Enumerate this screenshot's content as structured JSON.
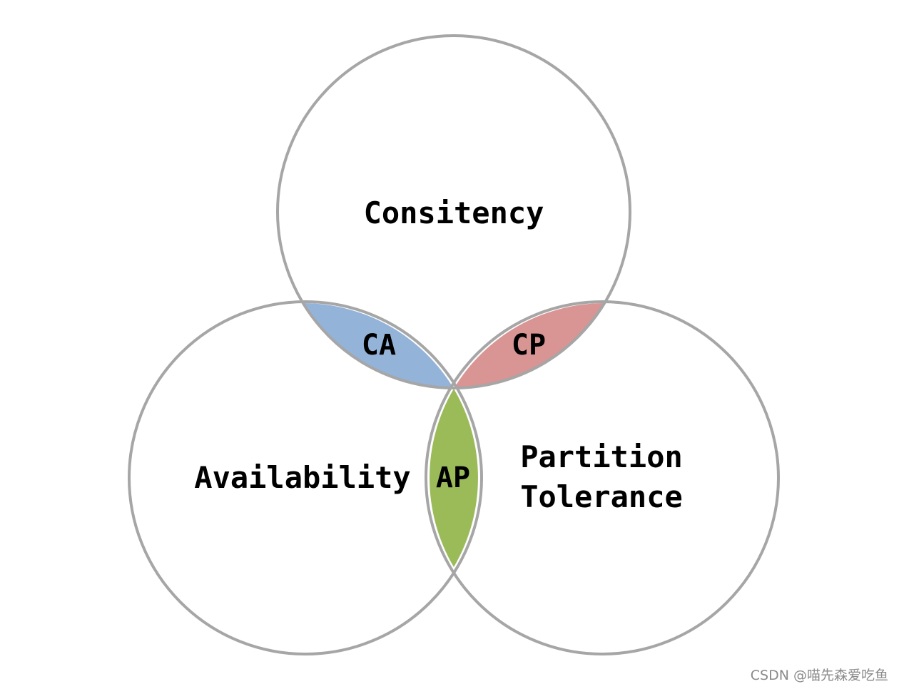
{
  "colors": {
    "circle_stroke": "#a6a6a6",
    "circle_fill": "#ffffff",
    "ca_fill": "#93b3d9",
    "cp_fill": "#d99494",
    "ap_fill": "#9bbb59",
    "text": "#000000",
    "watermark": "#8a8a8a"
  },
  "circles": {
    "consistency": {
      "label": "Consitency"
    },
    "availability": {
      "label": "Availability"
    },
    "partition": {
      "label_line1": "Partition",
      "label_line2": "Tolerance"
    }
  },
  "overlaps": {
    "ca": {
      "label": "CA"
    },
    "cp": {
      "label": "CP"
    },
    "ap": {
      "label": "AP"
    }
  },
  "watermark": {
    "text": "CSDN @喵先森爱吃鱼"
  }
}
